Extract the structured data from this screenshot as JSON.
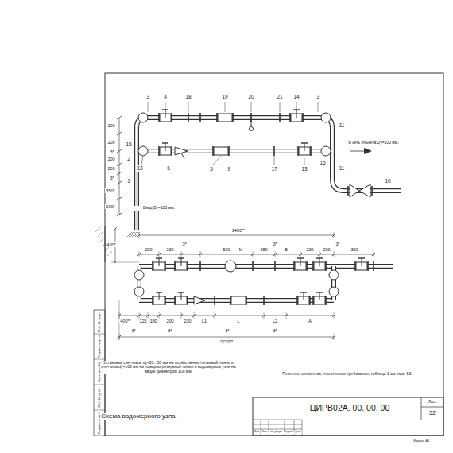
{
  "diagram": {
    "title": "Схема водомерного узла.",
    "labels": [
      "3",
      "4",
      "18",
      "19",
      "20",
      "21",
      "14",
      "3",
      "2",
      "15",
      "1",
      "13",
      "6",
      "5",
      "9",
      "17",
      "13",
      "15",
      "11",
      "11",
      "10",
      "200",
      "200",
      "3*",
      "200",
      "200",
      "3*",
      "350*",
      "200*",
      "Ввод Dy=100 мм.",
      "В сеть объекта Dy=100 мм.",
      "400*",
      "1400**",
      "200",
      "230",
      "3*",
      "500",
      "М",
      "280",
      "3*",
      "В",
      "230",
      "200",
      "3*",
      "350",
      "400**",
      "125",
      "180",
      "200",
      "230",
      "L1",
      "L",
      "L2",
      "A",
      "3*",
      "3*",
      "3*",
      "3*",
      "2270**",
      "Установка счетчиков dy=20...50 мм на хозяйственно-питьевой линии и счетчика dy=100 мм на пожарно-резервной линии в водомерном узле на вводе диаметром 100 мм.",
      "Перечень элементов, технические требования, таблица 1 см. лист 53.",
      "ЦИРВ02А. 00. 00. 00",
      "Лист",
      "52",
      "Изм",
      "Лист",
      "№ докум.",
      "Подпись",
      "Дата",
      "Формат А1",
      "Инв. № подл.",
      "Подпись и дата",
      "Взам. инв. №",
      "Инв. № дубл.",
      "Подпись и дата"
    ]
  }
}
